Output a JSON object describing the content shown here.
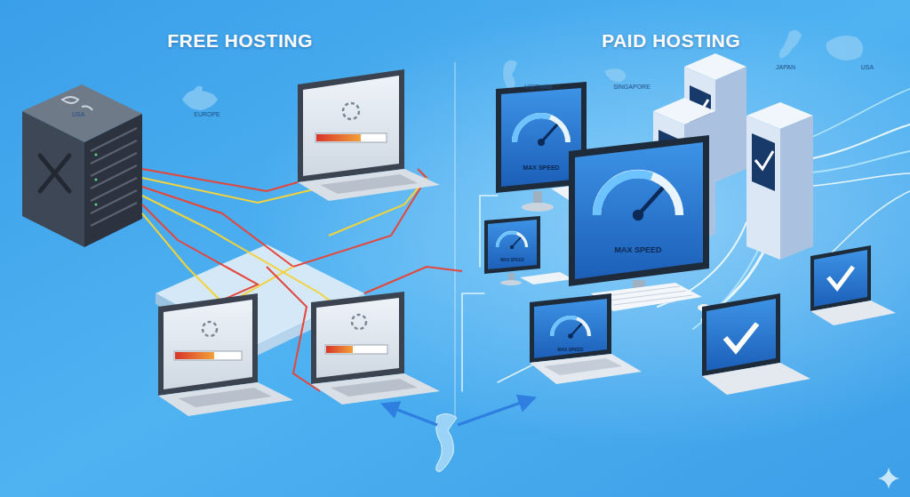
{
  "diagram": {
    "nodes": [
      {
        "text": [
          "MAX SPEED"
        ]
      },
      {
        "text": [
          "MAX SPEED"
        ]
      },
      {
        "text": [
          "MAX SPEED"
        ]
      },
      {
        "text": [
          "MAX SPEED"
        ]
      }
    ],
    "labels": [
      "FREE HOSTING",
      "PAID HOSTING",
      "USA",
      "EUROPE",
      "VIETNAM",
      "SINGAPORE",
      "JAPAN",
      "USA"
    ]
  }
}
